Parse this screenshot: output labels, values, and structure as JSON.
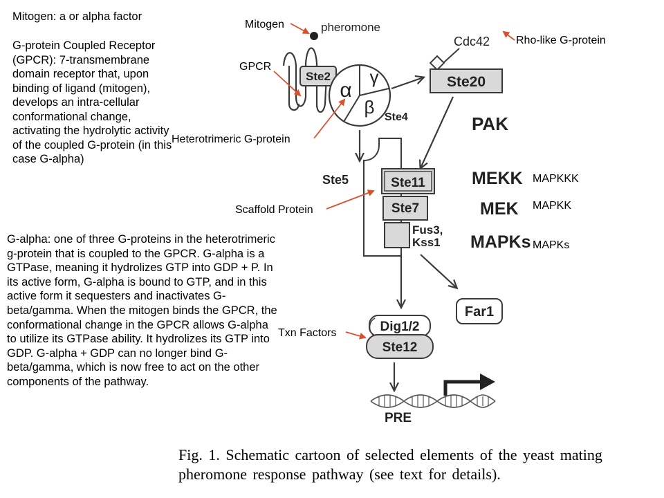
{
  "notes": {
    "mitogen": "Mitogen: a or alpha factor",
    "gpcr": "G-protein Coupled Receptor (GPCR): 7-transmembrane domain receptor that, upon binding of ligand (mitogen), develops an intra-cellular conformational change, activating the hydrolytic activity of the coupled G-protein (in this case G-alpha)",
    "galpha": "G-alpha: one of three G-proteins in the heterotrimeric g-protein that is coupled to the GPCR. G-alpha is a GTPase, meaning it hydrolizes GTP into GDP + P. In its active form, G-alpha is bound to GTP, and in this active form it sequesters and inactivates G-beta/gamma. When the mitogen binds the GPCR, the conformational change in the GPCR allows G-alpha to utilize its GTPase ability. It hydrolizes its GTP into GDP. G-alpha + GDP can no longer bind G-beta/gamma, which is now free to act on the other components of the pathway."
  },
  "annotations": {
    "mitogen": "Mitogen",
    "gpcr": "GPCR",
    "hetero": "Heterotrimeric G-protein",
    "rho": "Rho-like G-protein",
    "scaffold": "Scaffold Protein",
    "txn": "Txn Factors",
    "mapkkk": "MAPKKK",
    "mapkk": "MAPKK",
    "mapks": "MAPKs"
  },
  "figure": {
    "pheromone": "pheromone",
    "ste2": "Ste2",
    "alpha": "α",
    "gamma": "γ",
    "beta": "β",
    "ste4": "Ste4",
    "cdc42": "Cdc42",
    "ste20": "Ste20",
    "pak": "PAK",
    "ste5": "Ste5",
    "ste11": "Ste11",
    "ste7": "Ste7",
    "fus3": "Fus3,",
    "kss1": "Kss1",
    "mekk": "MEKK",
    "mek": "MEK",
    "mapks": "MAPKs",
    "far1": "Far1",
    "dig": "Dig1/2",
    "ste12": "Ste12",
    "pre": "PRE"
  },
  "caption": {
    "line1": "Fig. 1. Schematic cartoon of selected elements of the yeast mating",
    "line2": "pheromone response pathway (see text for details)."
  },
  "colors": {
    "annotation_arrow": "#d9502f",
    "box_fill": "#d9d9d9",
    "outline": "#3a3a3a"
  }
}
